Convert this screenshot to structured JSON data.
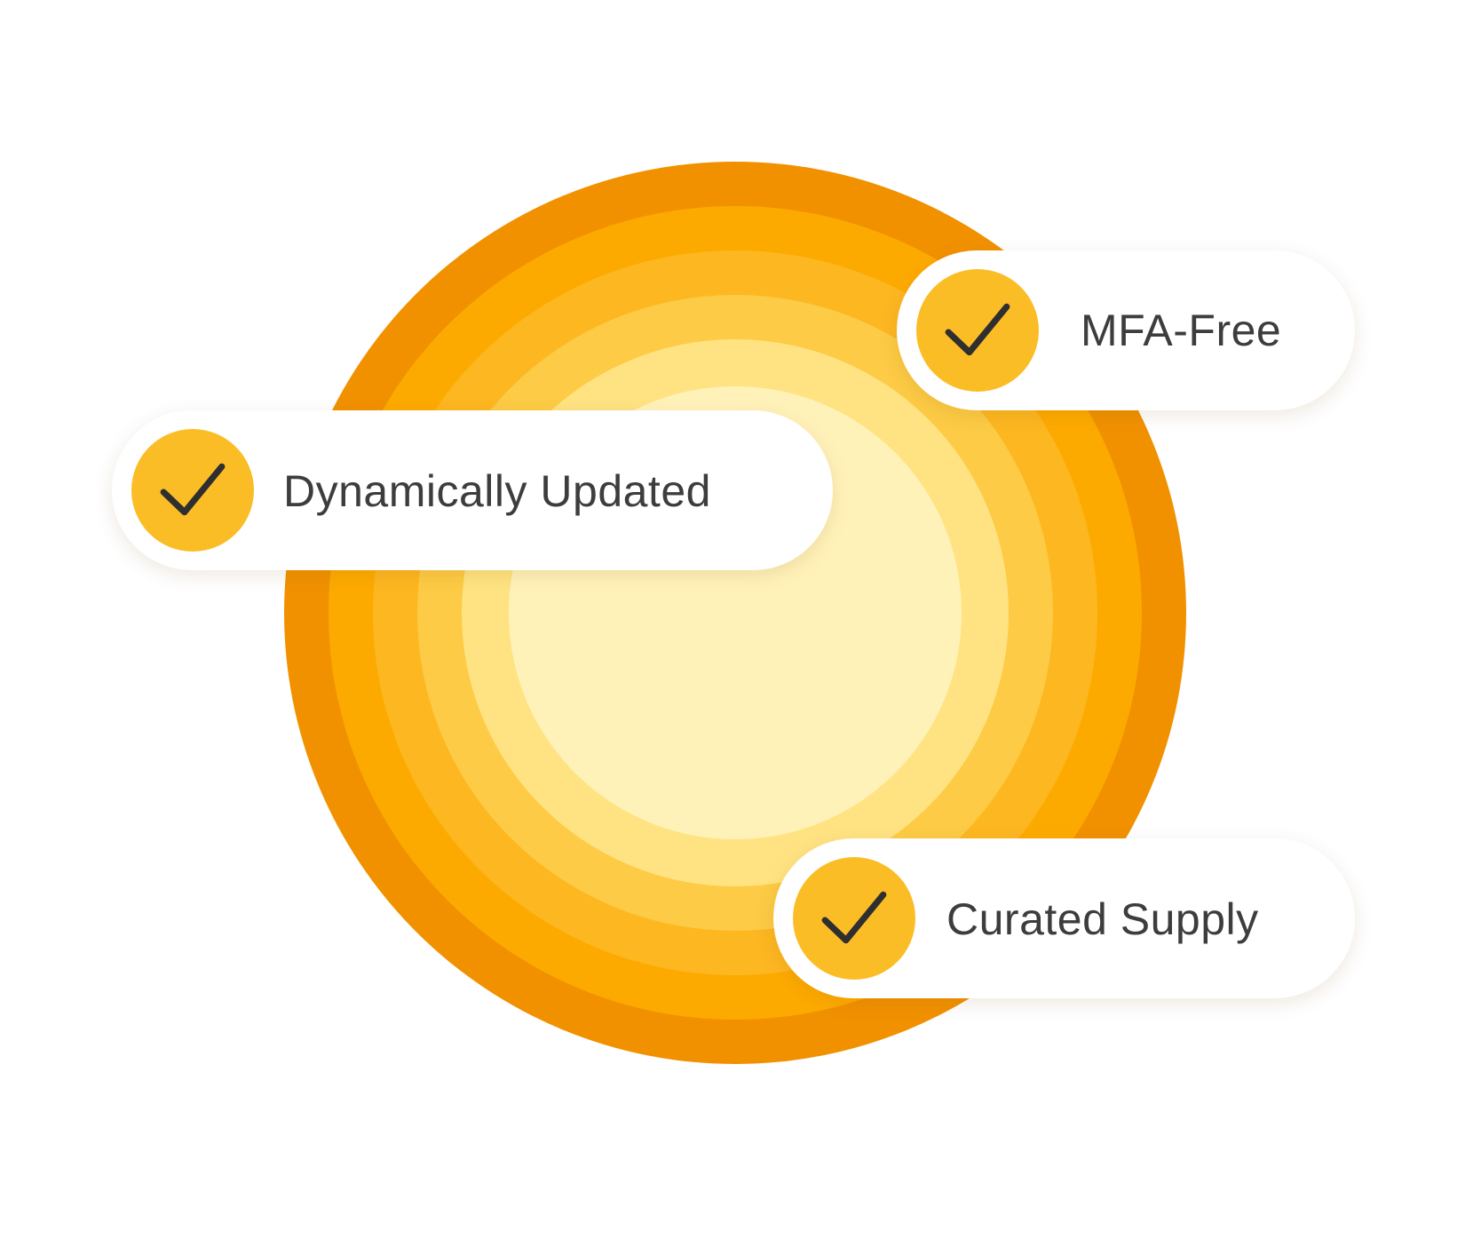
{
  "graphic": {
    "ring_colors": [
      "#f19100",
      "#fdaa00",
      "#fdb721",
      "#fdcb45",
      "#ffe382",
      "#fff2b9"
    ],
    "badge_color": "#fbbd26",
    "check_color": "#2f2f2f",
    "text_color": "#3d3d3d"
  },
  "features": [
    {
      "label": "MFA-Free",
      "icon": "check-icon"
    },
    {
      "label": "Dynamically Updated",
      "icon": "check-icon"
    },
    {
      "label": "Curated Supply",
      "icon": "check-icon"
    }
  ]
}
